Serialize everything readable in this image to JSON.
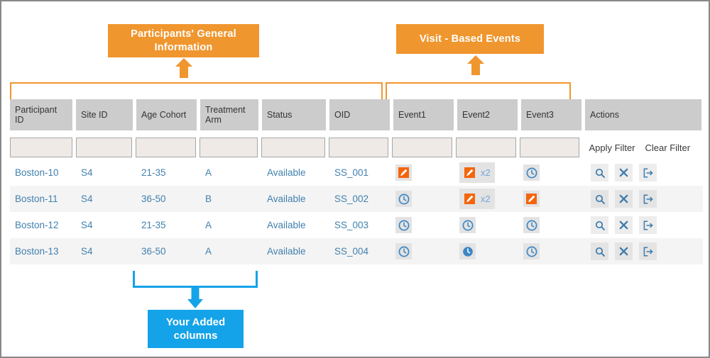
{
  "callouts": {
    "participants_general_info": "Participants' General Information",
    "visit_based_events": "Visit - Based  Events",
    "your_added_columns": "Your Added columns"
  },
  "colors": {
    "orange": "#F0962E",
    "blue": "#14A3E8",
    "icon_orange": "#F4650C",
    "link_blue": "#4281AE",
    "header_grey": "#CCCCCC",
    "filter_field": "#EFEAE6",
    "row_stripe": "#F4F4F4"
  },
  "table": {
    "columns": [
      {
        "key": "participant_id",
        "label": "Participant ID"
      },
      {
        "key": "site_id",
        "label": "Site ID"
      },
      {
        "key": "age_cohort",
        "label": "Age Cohort"
      },
      {
        "key": "treatment_arm",
        "label": "Treatment Arm"
      },
      {
        "key": "status",
        "label": "Status"
      },
      {
        "key": "oid",
        "label": "OID"
      },
      {
        "key": "event1",
        "label": "Event1"
      },
      {
        "key": "event2",
        "label": "Event2"
      },
      {
        "key": "event3",
        "label": "Event3"
      },
      {
        "key": "actions",
        "label": "Actions"
      }
    ],
    "filter_row": {
      "placeholders": [
        "",
        "",
        "",
        "",
        "",
        "",
        "",
        "",
        ""
      ],
      "values": [
        "",
        "",
        "",
        "",
        "",
        "",
        "",
        "",
        ""
      ],
      "apply_filter_label": "Apply Filter",
      "clear_filter_label": "Clear Filter"
    },
    "rows": [
      {
        "participant_id": "Boston-10",
        "site_id": "S4",
        "age_cohort": "21-35",
        "treatment_arm": "A",
        "status": "Available",
        "oid": "SS_001",
        "event1": {
          "icon": "edit-icon",
          "badge": ""
        },
        "event2": {
          "icon": "edit-icon",
          "badge": "x2"
        },
        "event3": {
          "icon": "clock-icon",
          "badge": ""
        },
        "striped": false
      },
      {
        "participant_id": "Boston-11",
        "site_id": "S4",
        "age_cohort": "36-50",
        "treatment_arm": "B",
        "status": "Available",
        "oid": "SS_002",
        "event1": {
          "icon": "clock-icon",
          "badge": ""
        },
        "event2": {
          "icon": "edit-icon",
          "badge": "x2"
        },
        "event3": {
          "icon": "edit-icon",
          "badge": ""
        },
        "striped": true
      },
      {
        "participant_id": "Boston-12",
        "site_id": "S4",
        "age_cohort": "21-35",
        "treatment_arm": "A",
        "status": "Available",
        "oid": "SS_003",
        "event1": {
          "icon": "clock-icon",
          "badge": ""
        },
        "event2": {
          "icon": "clock-icon",
          "badge": ""
        },
        "event3": {
          "icon": "clock-icon",
          "badge": ""
        },
        "striped": false
      },
      {
        "participant_id": "Boston-13",
        "site_id": "S4",
        "age_cohort": "36-50",
        "treatment_arm": "A",
        "status": "Available",
        "oid": "SS_004",
        "event1": {
          "icon": "clock-icon",
          "badge": ""
        },
        "event2": {
          "icon": "clock-filled-icon",
          "badge": ""
        },
        "event3": {
          "icon": "clock-icon",
          "badge": ""
        },
        "striped": true
      }
    ],
    "row_actions": [
      "search-icon",
      "close-icon",
      "export-icon"
    ]
  }
}
